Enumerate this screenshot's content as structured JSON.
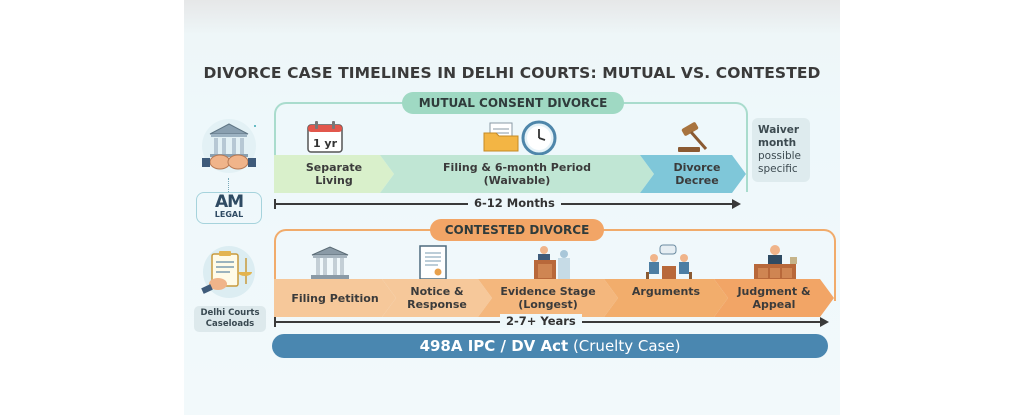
{
  "title": "DIVORCE CASE TIMELINES IN DELHI COURTS: MUTUAL VS. CONTESTED",
  "colors": {
    "mutual_frame": "#9fd8c7",
    "mutual_pill": "#9ed9c4",
    "mutual_stage1": "#d8f0c8",
    "mutual_stage2": "#bfe6d3",
    "mutual_stage3": "#7cc6d8",
    "contested_frame": "#f1a967",
    "contested_pill": "#f2a566",
    "contested_stage": "#f6c89a",
    "bottom_bar": "#4a87b0"
  },
  "sidebar": {
    "logo_top": "AM",
    "logo_bottom": "LEGAL",
    "caseloads_label_1": "Delhi Courts",
    "caseloads_label_2": "Caseloads"
  },
  "mutual": {
    "label": "MUTUAL CONSENT DIVORCE",
    "calendar_text": "1 yr",
    "stages": [
      {
        "line1": "Separate",
        "line2": "Living",
        "icon": "calendar-icon"
      },
      {
        "line1": "Filing & 6-month Period",
        "line2": "(Waivable)",
        "icon": "folder-clock-icon"
      },
      {
        "line1": "Divorce",
        "line2": "Decree",
        "icon": "gavel-icon"
      }
    ],
    "duration": "6-12 Months",
    "note": [
      "Waiver",
      "month",
      "possible",
      "specific"
    ]
  },
  "contested": {
    "label": "CONTESTED DIVORCE",
    "stages": [
      {
        "line1": "Filing Petition",
        "line2": "",
        "icon": "courthouse-icon"
      },
      {
        "line1": "Notice &",
        "line2": "Response",
        "icon": "document-icon"
      },
      {
        "line1": "Evidence Stage",
        "line2": "(Longest)",
        "icon": "witness-stand-icon"
      },
      {
        "line1": "Arguments",
        "line2": "",
        "icon": "discussion-icon"
      },
      {
        "line1": "Judgment &",
        "line2": "Appeal",
        "icon": "judge-bench-icon"
      }
    ],
    "duration": "2-7+ Years"
  },
  "bottom_bar": {
    "bold": "498A IPC / DV Act",
    "normal": " (Cruelty Case)"
  }
}
